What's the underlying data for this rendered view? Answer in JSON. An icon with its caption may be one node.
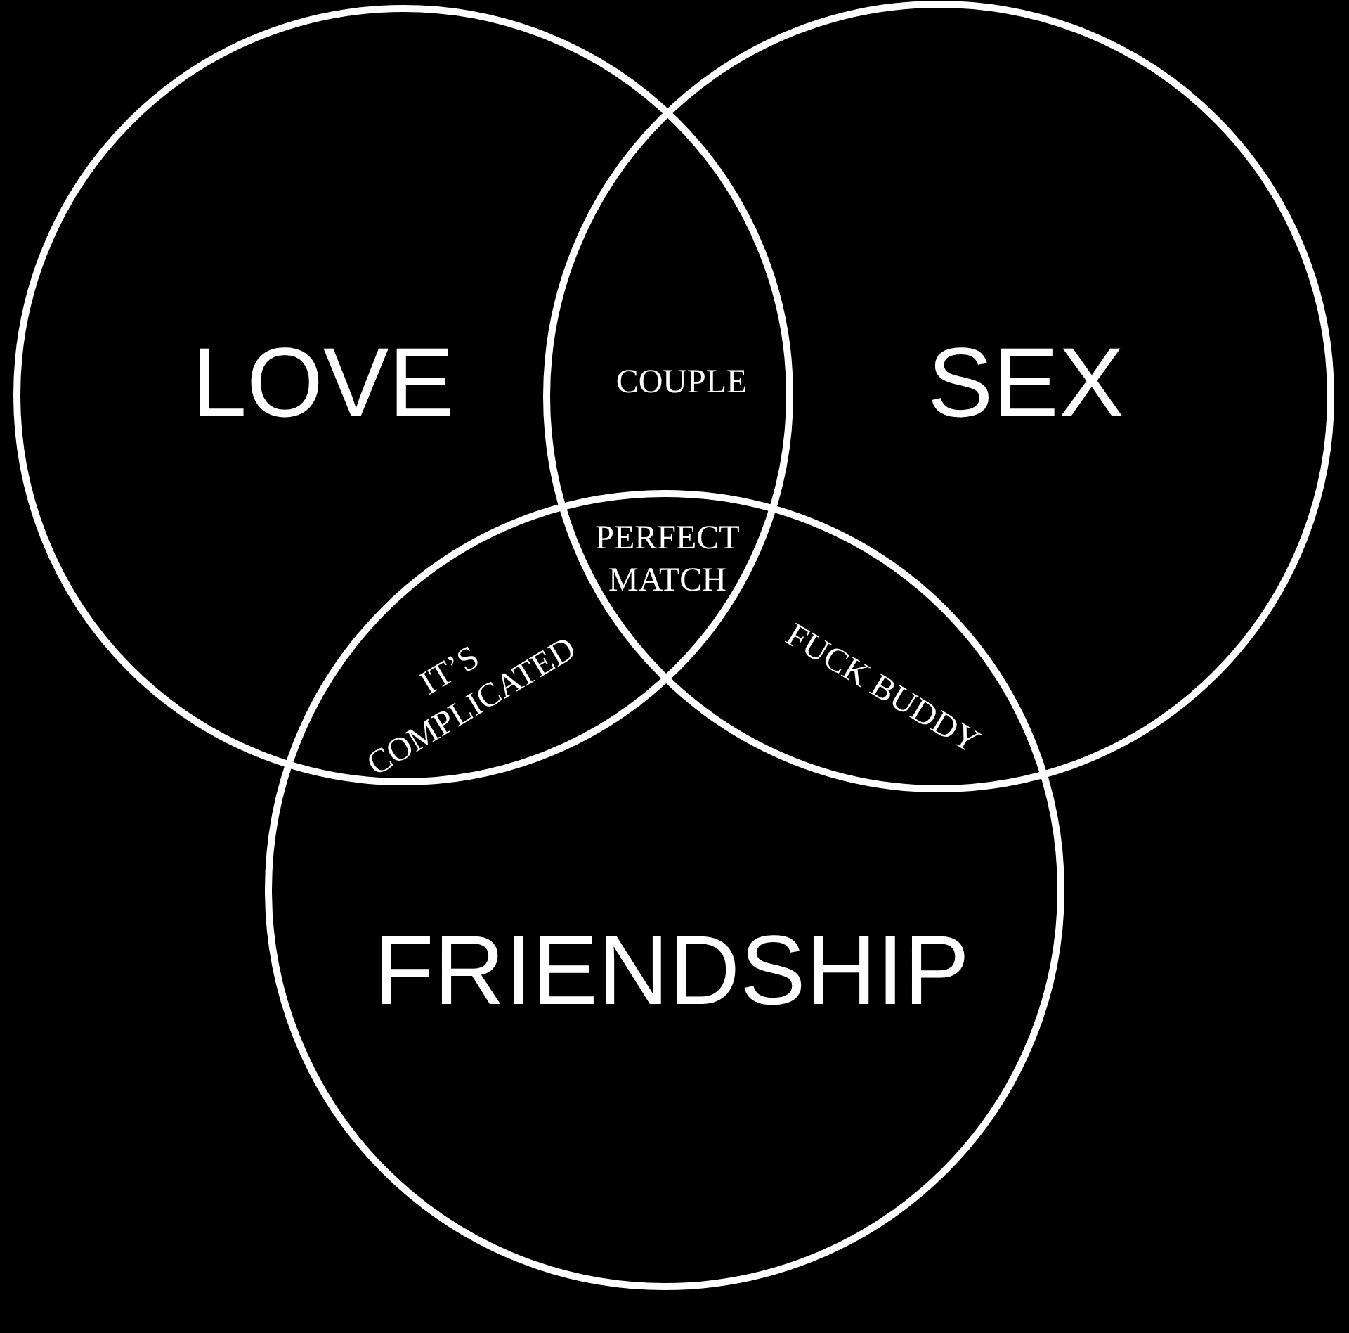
{
  "diagram": {
    "nodes": [
      {
        "text": [
          "LOVE"
        ]
      },
      {
        "text": [
          "SEX"
        ]
      },
      {
        "text": [
          "FRIENDSHIP"
        ]
      }
    ],
    "labels": [
      "COUPLE",
      "PERFECT MATCH",
      "IT’S COMPLICATED",
      "FUCK BUDDY"
    ]
  }
}
